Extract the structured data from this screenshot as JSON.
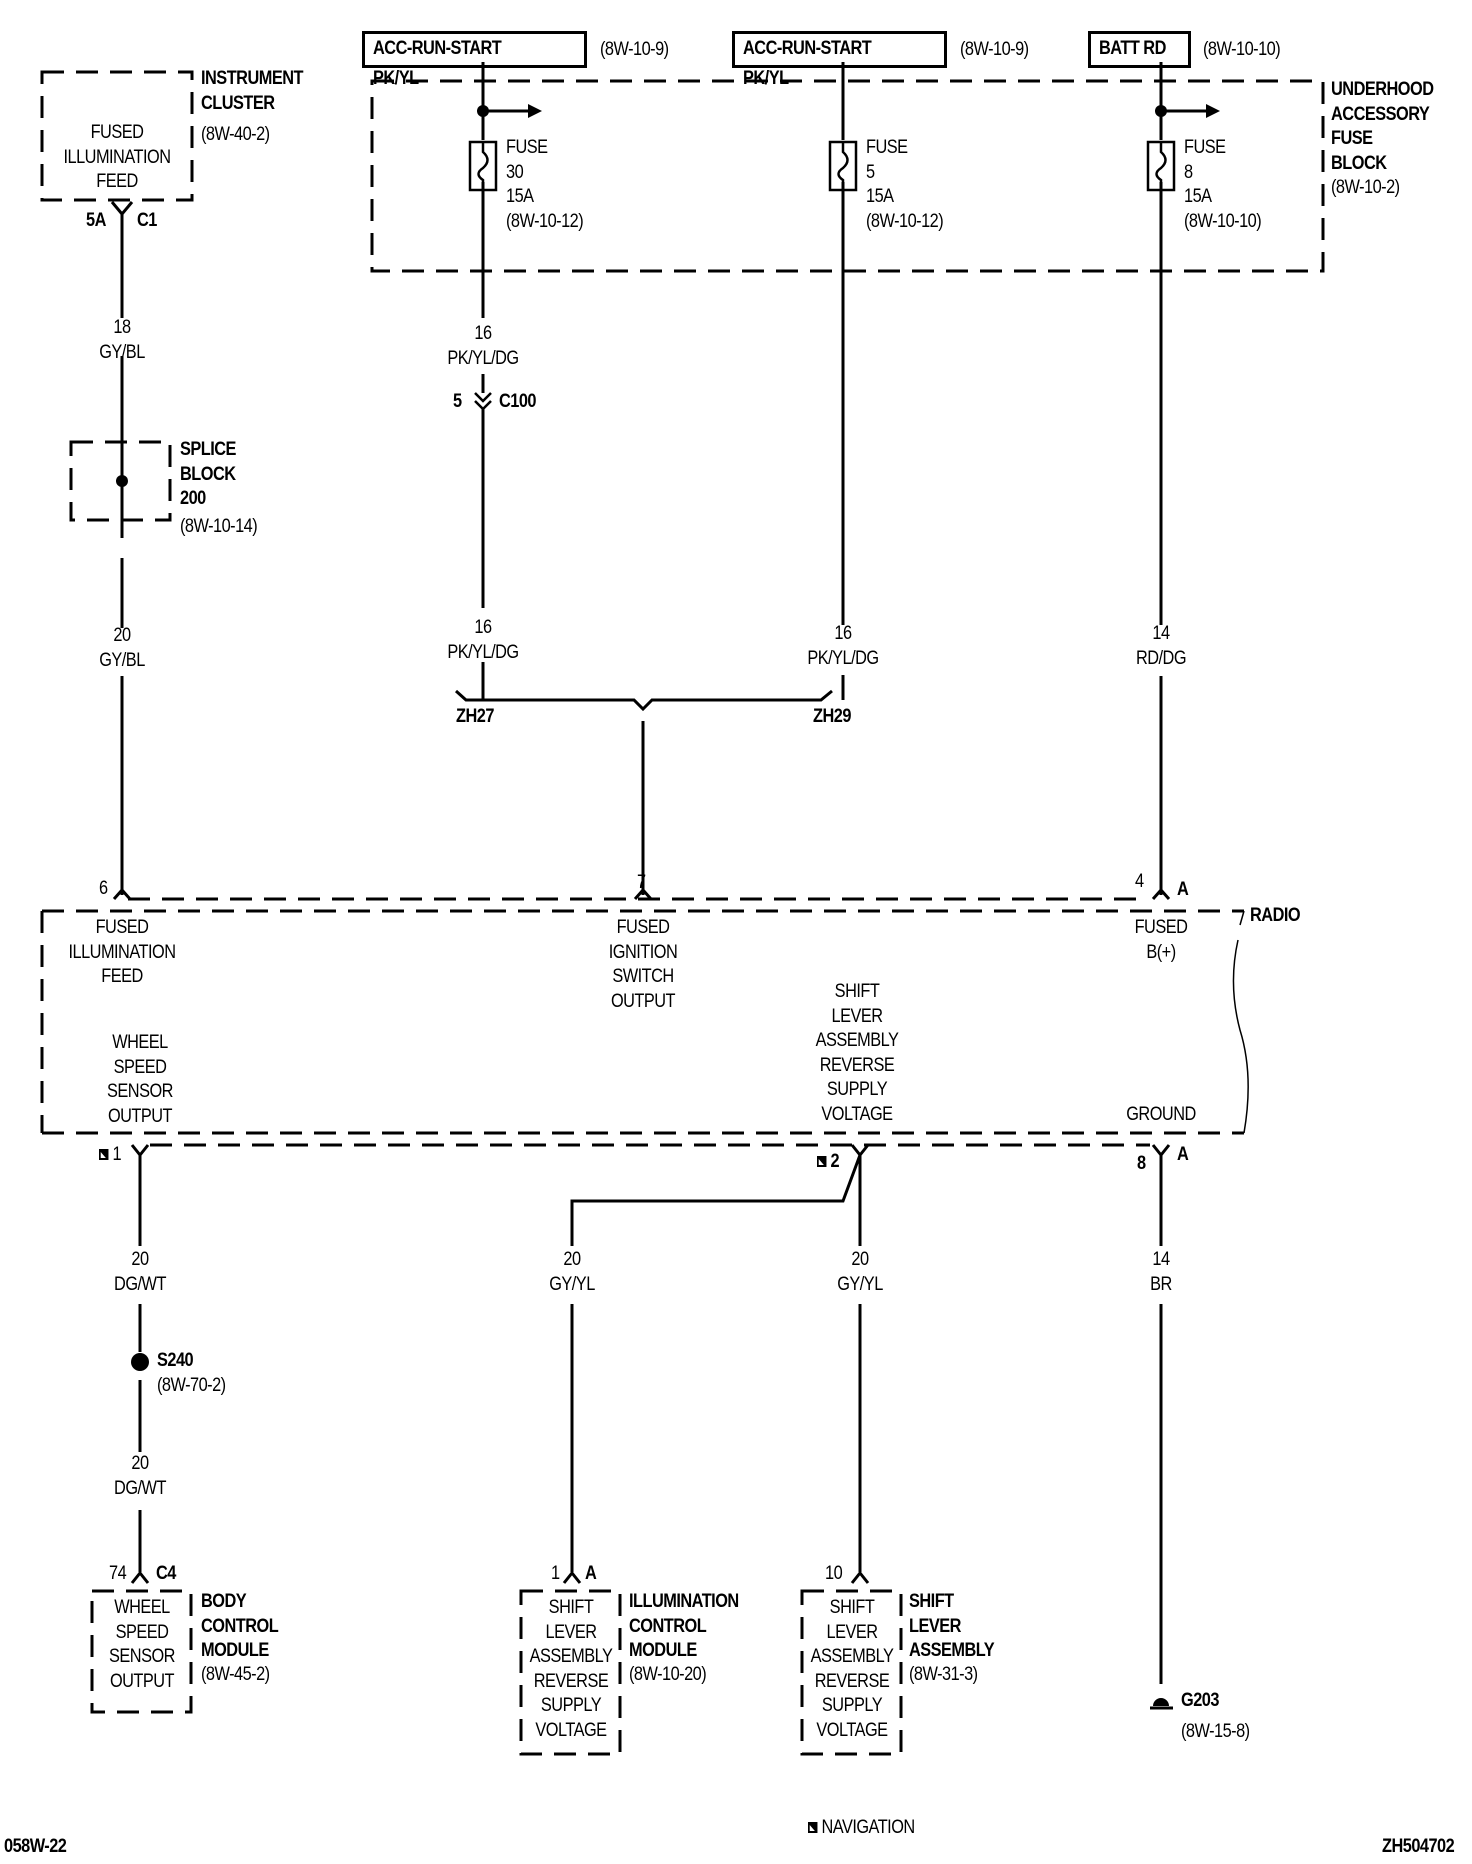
{
  "sources": [
    {
      "label": "ACC-RUN-START PK/YL",
      "ref": "(8W-10-9)"
    },
    {
      "label": "ACC-RUN-START PK/YL",
      "ref": "(8W-10-9)"
    },
    {
      "label": "BATT RD",
      "ref": "(8W-10-10)"
    }
  ],
  "fuse_block": {
    "name": [
      "UNDERHOOD",
      "ACCESSORY",
      "FUSE",
      "BLOCK"
    ],
    "ref": "(8W-10-2)",
    "fuses": [
      {
        "word": "FUSE",
        "number": "30",
        "rating": "15A",
        "ref": "(8W-10-12)"
      },
      {
        "word": "FUSE",
        "number": "5",
        "rating": "15A",
        "ref": "(8W-10-12)"
      },
      {
        "word": "FUSE",
        "number": "8",
        "rating": "15A",
        "ref": "(8W-10-10)"
      }
    ]
  },
  "instrument_cluster": {
    "name": [
      "INSTRUMENT",
      "CLUSTER"
    ],
    "ref": "(8W-40-2)",
    "function": [
      "FUSED",
      "ILLUMINATION",
      "FEED"
    ],
    "pin": "5A",
    "connector": "C1"
  },
  "splice_block": {
    "name": [
      "SPLICE",
      "BLOCK",
      "200"
    ],
    "ref": "(8W-10-14)"
  },
  "wires": {
    "w18_gybl": {
      "gauge": "18",
      "color": "GY/BL"
    },
    "w20_gybl": {
      "gauge": "20",
      "color": "GY/BL"
    },
    "w16_pk_upper": {
      "gauge": "16",
      "color": "PK/YL/DG"
    },
    "w16_pk_left": {
      "gauge": "16",
      "color": "PK/YL/DG"
    },
    "w16_pk_right": {
      "gauge": "16",
      "color": "PK/YL/DG"
    },
    "w14_rddg": {
      "gauge": "14",
      "color": "RD/DG"
    },
    "w20_dgwt_upper": {
      "gauge": "20",
      "color": "DG/WT"
    },
    "w20_dgwt_lower": {
      "gauge": "20",
      "color": "DG/WT"
    },
    "w20_gyyl_left": {
      "gauge": "20",
      "color": "GY/YL"
    },
    "w20_gyyl_right": {
      "gauge": "20",
      "color": "GY/YL"
    },
    "w14_br": {
      "gauge": "14",
      "color": "BR"
    }
  },
  "c100": {
    "pin": "5",
    "connector": "C100"
  },
  "splices": {
    "zh27": "ZH27",
    "zh29": "ZH29",
    "s240": "S240",
    "s240_ref": "(8W-70-2)"
  },
  "radio": {
    "name": "RADIO",
    "pins_top": [
      {
        "pin": "6",
        "connector": "",
        "function": [
          "FUSED",
          "ILLUMINATION",
          "FEED"
        ]
      },
      {
        "pin": "7",
        "connector": "",
        "function": [
          "FUSED",
          "IGNITION",
          "SWITCH",
          "OUTPUT"
        ]
      },
      {
        "pin": "4",
        "connector": "A",
        "function": [
          "FUSED",
          "B(+)"
        ]
      }
    ],
    "pins_bottom": [
      {
        "pin": "1",
        "connector": "",
        "function": [
          "WHEEL",
          "SPEED",
          "SENSOR",
          "OUTPUT"
        ]
      },
      {
        "pin": "2",
        "connector": "",
        "function": [
          "SHIFT",
          "LEVER",
          "ASSEMBLY",
          "REVERSE",
          "SUPPLY",
          "VOLTAGE"
        ]
      },
      {
        "pin": "8",
        "connector": "A",
        "function": [
          "GROUND"
        ]
      }
    ]
  },
  "bcm": {
    "name": [
      "BODY",
      "CONTROL",
      "MODULE"
    ],
    "ref": "(8W-45-2)",
    "pin": "74",
    "connector": "C4",
    "function": [
      "WHEEL",
      "SPEED",
      "SENSOR",
      "OUTPUT"
    ]
  },
  "icm": {
    "name": [
      "ILLUMINATION",
      "CONTROL",
      "MODULE"
    ],
    "ref": "(8W-10-20)",
    "pin": "1",
    "connector": "A",
    "function": [
      "SHIFT",
      "LEVER",
      "ASSEMBLY",
      "REVERSE",
      "SUPPLY",
      "VOLTAGE"
    ]
  },
  "sla": {
    "name": [
      "SHIFT",
      "LEVER",
      "ASSEMBLY"
    ],
    "ref": "(8W-31-3)",
    "pin": "10",
    "connector": "",
    "function": [
      "SHIFT",
      "LEVER",
      "ASSEMBLY",
      "REVERSE",
      "SUPPLY",
      "VOLTAGE"
    ]
  },
  "ground": {
    "name": "G203",
    "ref": "(8W-15-8)"
  },
  "legend": {
    "navigation": "NAVIGATION"
  },
  "footer": {
    "left": "058W-22",
    "right": "ZH504702"
  }
}
